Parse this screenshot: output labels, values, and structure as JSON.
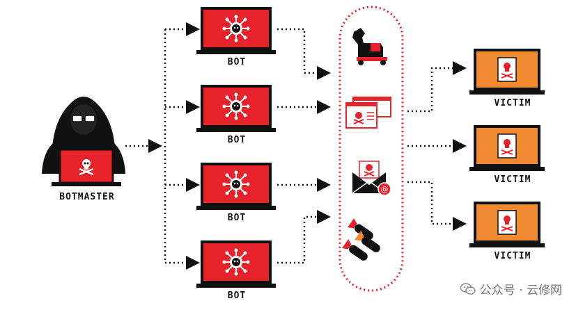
{
  "labels": {
    "botmaster": "BOTMASTER",
    "bots": [
      "BOT",
      "BOT",
      "BOT",
      "BOT"
    ],
    "victims": [
      "VICTIM",
      "VICTIM",
      "VICTIM"
    ]
  },
  "watermark": {
    "text": "公众号 · 云修网",
    "logo_icon": "wechat-icon"
  },
  "icons": {
    "attack_methods": [
      "trojan-horse-icon",
      "web-page-skull-icon",
      "email-skull-icon",
      "missiles-icon"
    ],
    "bot_screen": "virus-icon",
    "victim_screen": "document-skull-icon"
  },
  "colors": {
    "bot_screen": "#e8222a",
    "victim_screen": "#f08a30",
    "dark": "#111111",
    "outline": "#e8222a"
  }
}
